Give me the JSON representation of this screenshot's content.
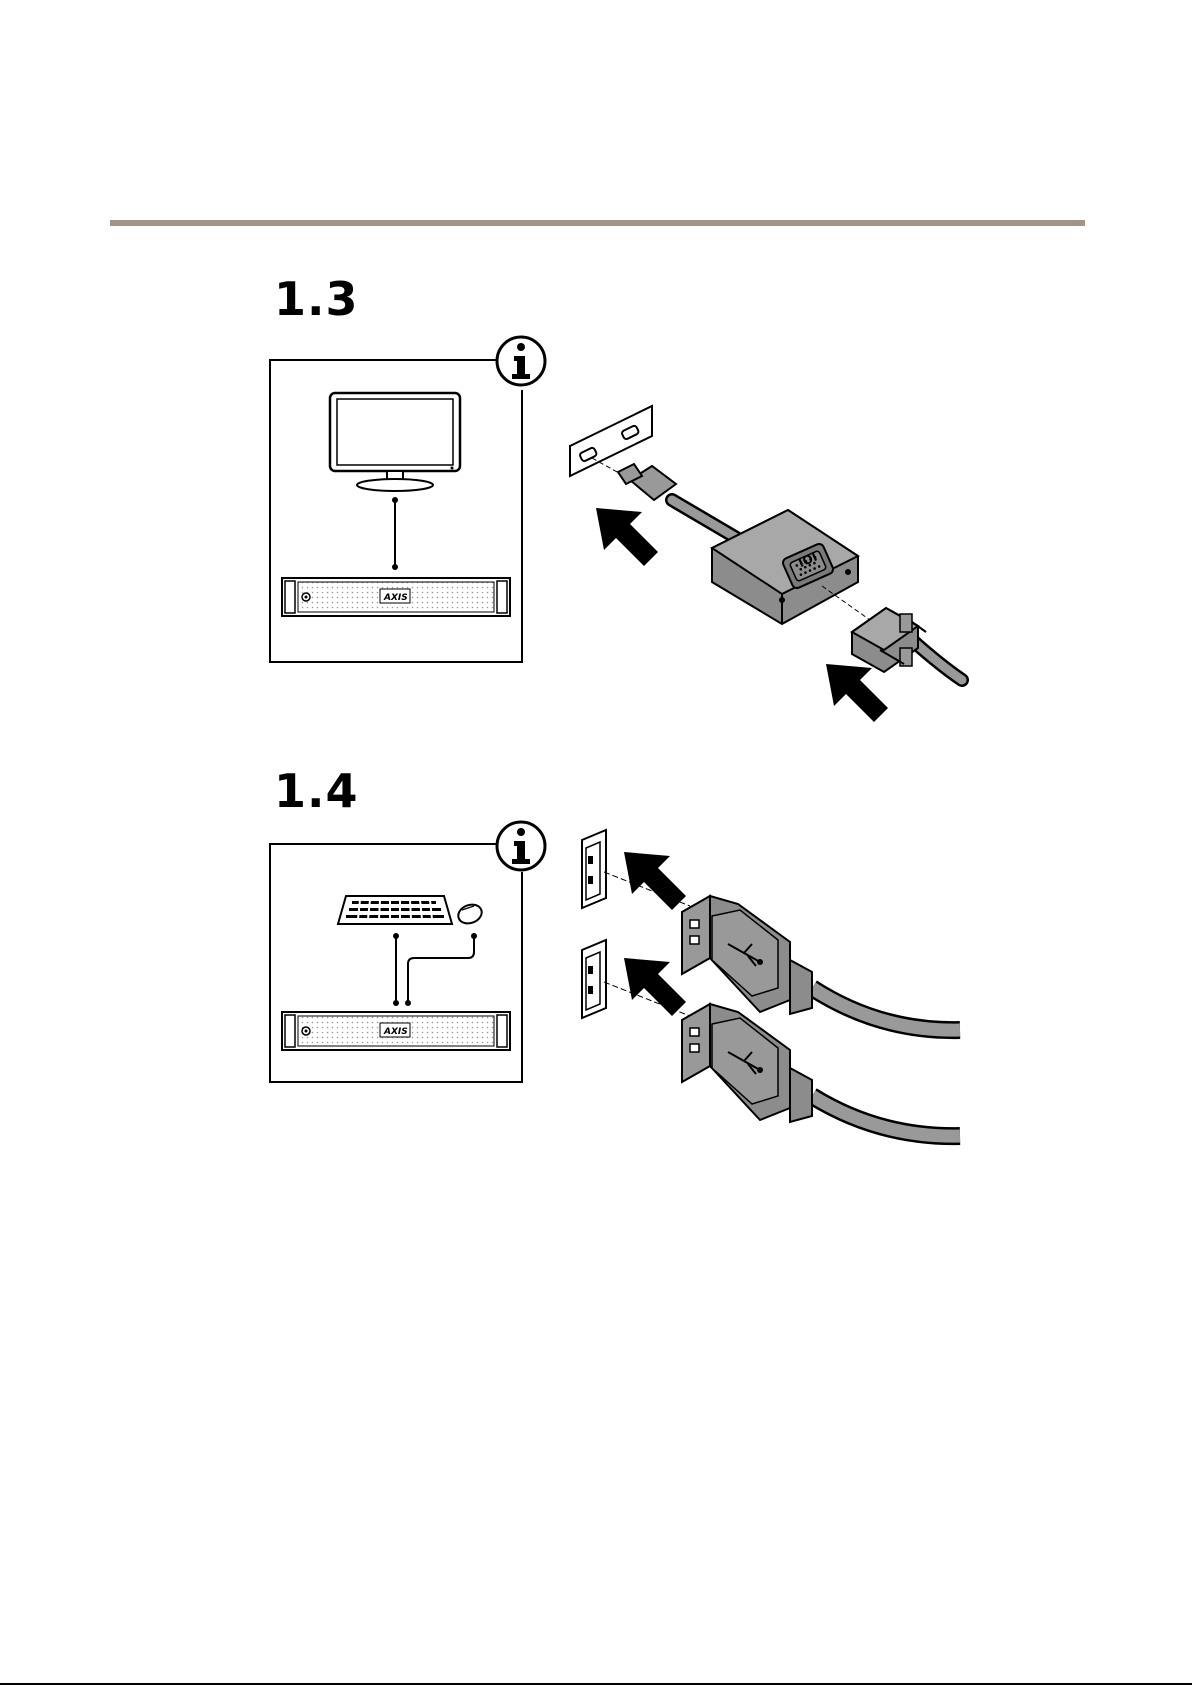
{
  "steps": [
    {
      "number": "1.3",
      "info_icon": "info-icon",
      "overview": [
        "monitor-icon",
        "server-icon"
      ],
      "detail": [
        "hdmi-port-icon",
        "hdmi-to-vga-adapter-icon",
        "vga-connector-icon",
        "arrow-icon"
      ]
    },
    {
      "number": "1.4",
      "info_icon": "info-icon",
      "overview": [
        "keyboard-icon",
        "mouse-icon",
        "server-icon"
      ],
      "detail": [
        "usb-port-icon",
        "usb-plug-icon",
        "arrow-icon"
      ]
    }
  ],
  "brand": {
    "logo_text": "AXIS"
  },
  "colors": {
    "rule": "#a39388",
    "device_gray": "#8c8c8c",
    "cable_gray": "#999999",
    "line": "#000000"
  }
}
